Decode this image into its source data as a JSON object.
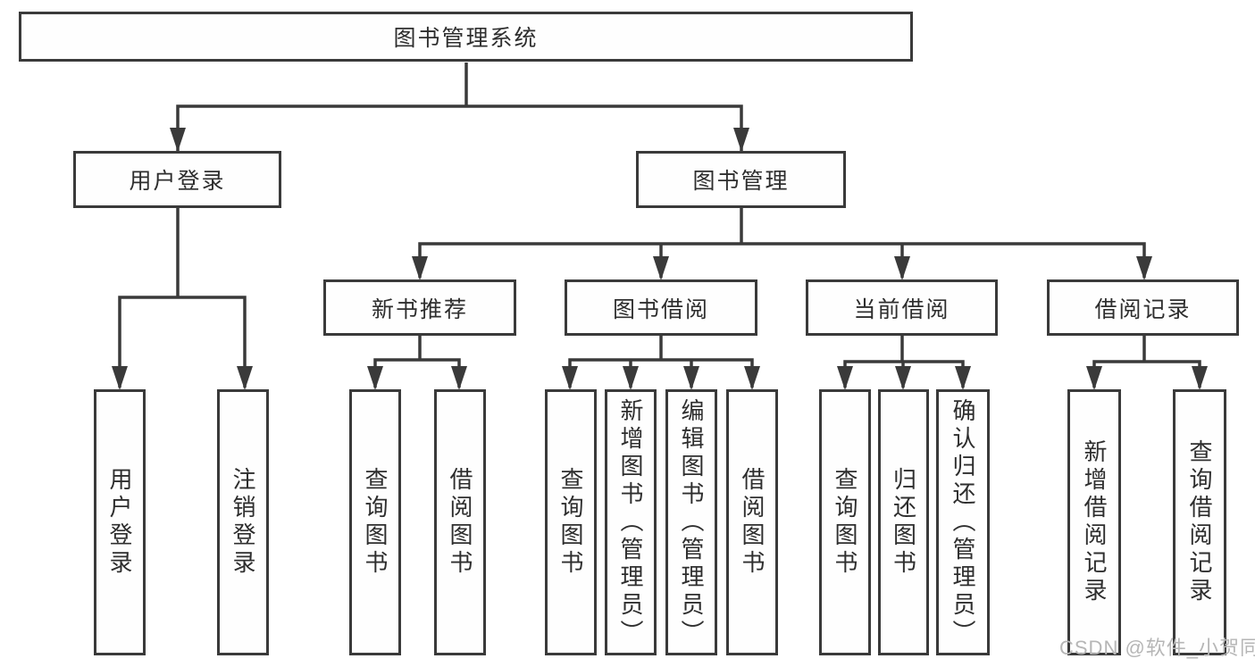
{
  "diagram_type": "hierarchy-tree",
  "tree": {
    "root": {
      "label": "图书管理系统",
      "children": [
        {
          "label": "用户登录",
          "children": [
            {
              "label": "用户登录"
            },
            {
              "label": "注销登录"
            }
          ]
        },
        {
          "label": "图书管理",
          "children": [
            {
              "label": "新书推荐",
              "children": [
                {
                  "label": "查询图书"
                },
                {
                  "label": "借阅图书"
                }
              ]
            },
            {
              "label": "图书借阅",
              "children": [
                {
                  "label": "查询图书"
                },
                {
                  "label": "新增图书（管理员）"
                },
                {
                  "label": "编辑图书（管理员）"
                },
                {
                  "label": "借阅图书"
                }
              ]
            },
            {
              "label": "当前借阅",
              "children": [
                {
                  "label": "查询图书"
                },
                {
                  "label": "归还图书"
                },
                {
                  "label": "确认归还（管理员）"
                }
              ]
            },
            {
              "label": "借阅记录",
              "children": [
                {
                  "label": "新增借阅记录"
                },
                {
                  "label": "查询借阅记录"
                }
              ]
            }
          ]
        }
      ]
    }
  },
  "watermark": {
    "text": "CSDN @软件_小贺同学"
  },
  "colors": {
    "line": "#3a3a3a",
    "box_border": "#3a3a3a",
    "text": "#2e2e2e",
    "watermark": "#b6b6b6",
    "background": "#ffffff"
  }
}
